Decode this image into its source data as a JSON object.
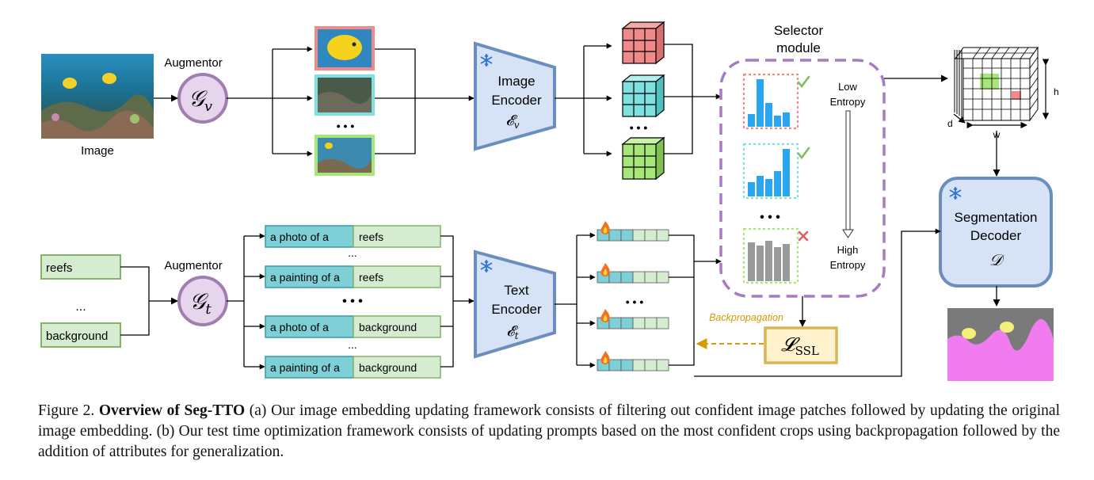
{
  "image_branch": {
    "input_label": "Image",
    "augmentor_label": "Augmentor",
    "augmentor_symbol": "𝒢",
    "augmentor_sub": "v",
    "ellipsis": "• • •",
    "encoder_label_1": "Image",
    "encoder_label_2": "Encoder",
    "encoder_symbol": "𝓔",
    "encoder_sub": "v",
    "feature_ellipsis": "• • •"
  },
  "selector": {
    "title_1": "Selector",
    "title_2": "module",
    "low_1": "Low",
    "low_2": "Entropy",
    "high_1": "High",
    "high_2": "Entropy",
    "ellipsis": "• • •"
  },
  "output_cube": {
    "h": "h",
    "w": "w",
    "d": "d"
  },
  "decoder": {
    "label_1": "Segmentation",
    "label_2": "Decoder",
    "symbol": "𝒟"
  },
  "text_branch": {
    "classes": [
      "reefs",
      "background"
    ],
    "class_ellipsis": "...",
    "augmentor_label": "Augmentor",
    "augmentor_symbol": "𝒢",
    "augmentor_sub": "t",
    "prompts": [
      {
        "template": "a photo of a",
        "class": "reefs"
      },
      {
        "template": "a painting of a",
        "class": "reefs"
      },
      {
        "template": "a photo of a",
        "class": "background"
      },
      {
        "template": "a painting of a",
        "class": "background"
      }
    ],
    "prompt_ellipsis_small": "...",
    "prompt_ellipsis_big": "• • •",
    "encoder_label_1": "Text",
    "encoder_label_2": "Encoder",
    "encoder_symbol": "𝓔",
    "encoder_sub": "t",
    "embed_ellipsis": "• • •"
  },
  "loss": {
    "backprop_label": "Backpropagation",
    "symbol": "𝓛",
    "sub": "SSL"
  },
  "caption": {
    "figure_no": "Figure 2.",
    "title": "Overview of Seg-TTO",
    "body": "(a) Our image embedding updating framework consists of filtering out confident image patches followed by updating the original image embedding. (b) Our test time optimization framework consists of updating prompts based on the most confident crops using backpropagation followed by the addition of attributes for generalization."
  },
  "colors": {
    "augmentor_fill": "#e6d5ec",
    "augmentor_stroke": "#a07fb0",
    "encoder_fill": "#d6e2f5",
    "encoder_stroke": "#6c8ebf",
    "selector_border": "#a77bc4",
    "prompt_template_fill": "#7fd0d6",
    "prompt_class_fill": "#d6ecd0",
    "class_box_stroke": "#82b366",
    "red_cube": "#f08a8a",
    "cyan_cube": "#7fe0e0",
    "green_cube": "#a6e67a",
    "hist_blue": "#2aa6f0",
    "hist_gray": "#9a9a9a",
    "loss_fill": "#fff2cc",
    "loss_stroke": "#d6b656",
    "backprop_color": "#d79b00",
    "mask_gray": "#7a7a7a",
    "mask_pink": "#f07cf0",
    "mask_yellow": "#f5f07a"
  }
}
